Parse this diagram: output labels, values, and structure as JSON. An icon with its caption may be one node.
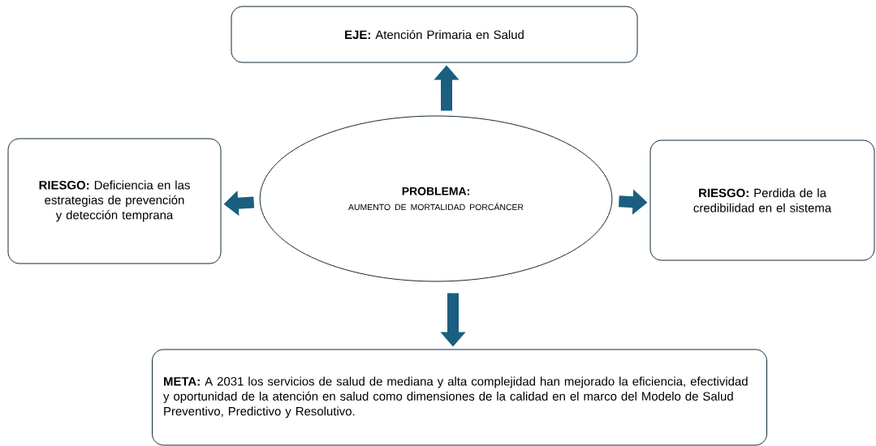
{
  "diagram": {
    "nodes": [
      {
        "text": [
          "**EJE:** Atención Primaria en Salud"
        ]
      },
      {
        "text": [
          "**RIESGO:** Deficiencia en las estrategias de prevención y detección temprana"
        ]
      },
      {
        "text": [
          "PROBLEMA:",
          "AUMENTO DE MORTALIDAD PORCÁNCER"
        ]
      },
      {
        "text": [
          "**RIESGO:** Perdida de la credibilidad en el sistema"
        ]
      },
      {
        "text": [
          "**META:** A 2031 los servicios de salud de mediana y alta complejidad han mejorado la eficiencia, efectividad y oportunidad de la atención en salud como dimensiones de la calidad en el marco del Modelo de Salud Preventivo, Predictivo y Resolutivo."
        ]
      }
    ],
    "edges": [
      {
        "from": 2,
        "to": 0,
        "arrow": "to"
      },
      {
        "from": 2,
        "to": 1,
        "arrow": "to"
      },
      {
        "from": 2,
        "to": 3,
        "arrow": "to"
      },
      {
        "from": 2,
        "to": 4,
        "arrow": "to"
      }
    ]
  }
}
